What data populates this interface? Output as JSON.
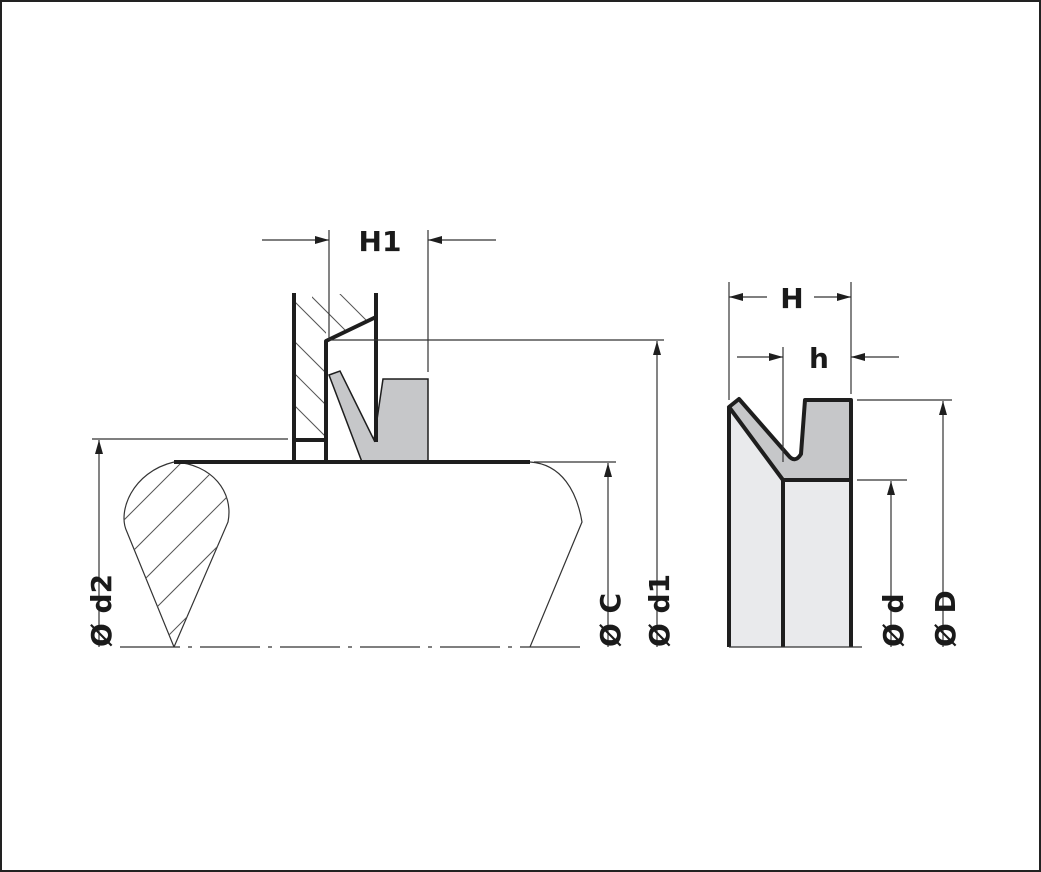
{
  "labels": {
    "H1": "H1",
    "H": "H",
    "h": "h",
    "d2": "Ø d2",
    "C": "Ø C",
    "d1": "Ø d1",
    "d": "Ø d",
    "D": "Ø D"
  },
  "colors": {
    "seal_fill": "#c6c7c9",
    "section_fill": "#e9eaec",
    "line": "#1e1e1e"
  }
}
